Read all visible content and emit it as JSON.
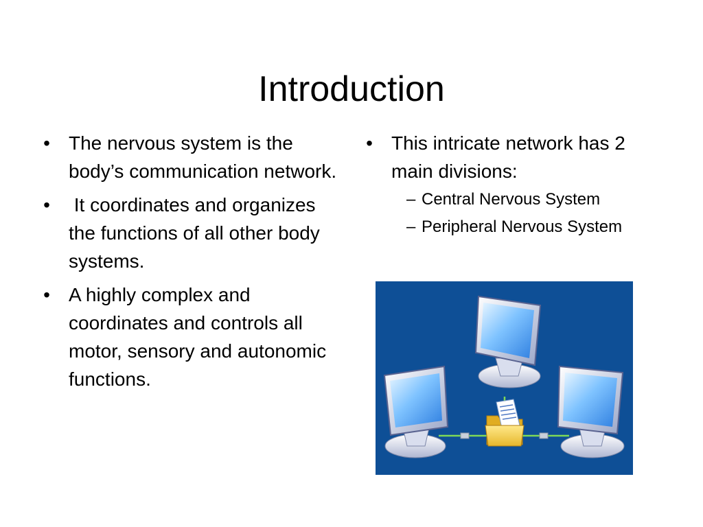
{
  "slide": {
    "title": "Introduction",
    "left_bullets": [
      "The nervous system is the body’s communication network.",
      " It coordinates and organizes the functions of all other body systems.",
      "A highly complex and coordinates and controls all motor, sensory and autonomic functions."
    ],
    "right_bullet": "This intricate network has 2 main divisions:",
    "right_sub_items": [
      "Central Nervous System",
      "Peripheral Nervous System"
    ],
    "bullet_symbol": "•",
    "sub_bullet_symbol": "–"
  },
  "illustration": {
    "subject": "networked-computers-sharing-folder",
    "background_color": "#0e4f96",
    "icons": [
      "monitor-icon",
      "monitor-icon",
      "monitor-icon",
      "shared-folder-icon"
    ]
  }
}
